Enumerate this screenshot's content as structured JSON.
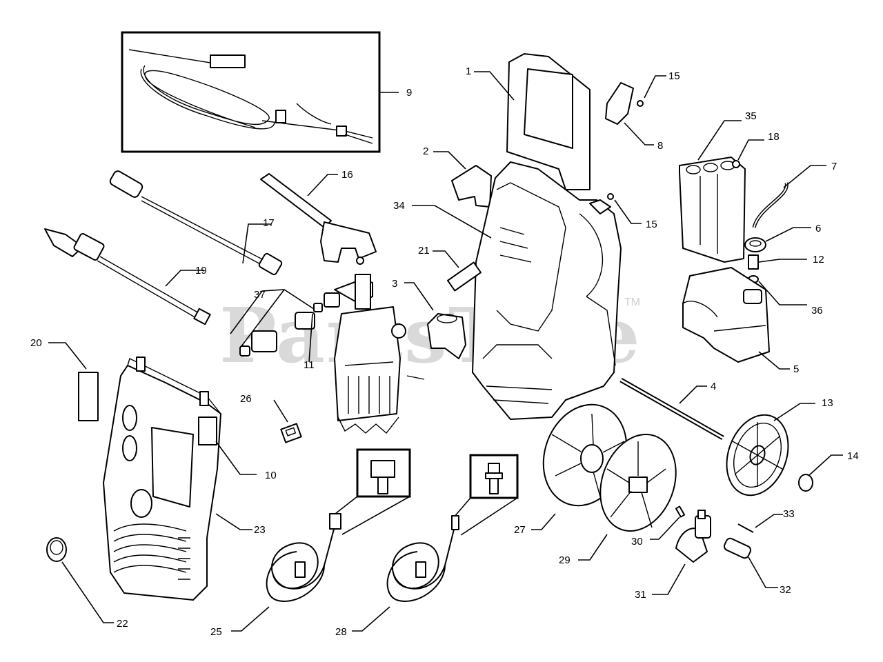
{
  "watermark": {
    "text": "PartsTree",
    "tm": "TM"
  },
  "labels": {
    "1": "1",
    "2": "2",
    "3": "3",
    "4": "4",
    "5": "5",
    "6": "6",
    "7": "7",
    "8": "8",
    "9": "9",
    "10": "10",
    "11": "11",
    "12": "12",
    "13": "13",
    "14": "14",
    "15a": "15",
    "15b": "15",
    "16": "16",
    "17": "17",
    "18": "18",
    "19": "19",
    "20": "20",
    "21": "21",
    "22": "22",
    "23": "23",
    "25": "25",
    "26": "26",
    "27": "27",
    "28": "28",
    "29": "29",
    "30": "30",
    "31": "31",
    "32": "32",
    "33": "33",
    "34": "34",
    "35": "35",
    "36": "36",
    "37": "37"
  }
}
